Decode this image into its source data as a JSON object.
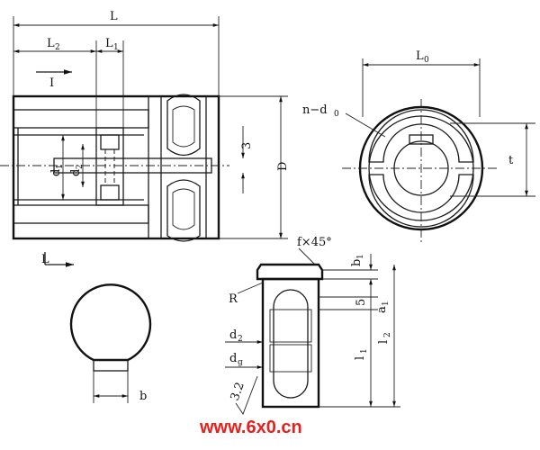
{
  "labels": {
    "L": "L",
    "L2": "L",
    "L2_sub": "2",
    "L1": "L",
    "L1_sub": "1",
    "L0": "L",
    "L0_sub": "0",
    "I": "I",
    "D": "D",
    "d1": "d",
    "d1_sub": "1",
    "d2": "d",
    "d2_sub": "2",
    "three": "3",
    "n_d0": "n−d",
    "n_d0_sub": "0",
    "t": "t",
    "f45": "f×45°",
    "b1": "b",
    "b1_sub": "1",
    "R": "R",
    "five": "5",
    "a1": "a",
    "a1_sub": "1",
    "d2_pin": "d",
    "d2_pin_sub": "2",
    "dg": "d",
    "dg_sub": "g",
    "l1": "l",
    "l1_sub": "1",
    "l2": "l",
    "l2_sub": "2",
    "roughness": "3.2",
    "b": "b",
    "L_arrow": "L"
  },
  "watermark": {
    "text": "www.6x0.cn",
    "color": "#e8201c"
  }
}
